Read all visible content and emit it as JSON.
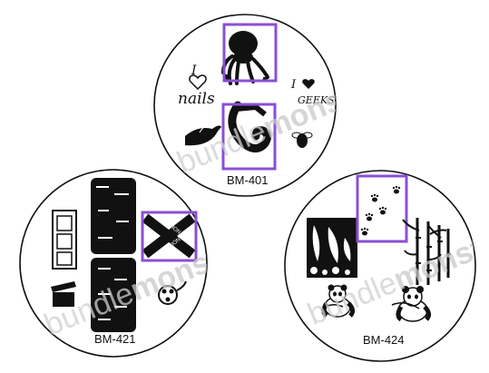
{
  "watermark": {
    "light": "bundle",
    "bold": "monster"
  },
  "plates": [
    {
      "label": "BM-401",
      "designs": {
        "i_love_nails": {
          "i": "I",
          "word": "nails"
        },
        "i_love_geeks": {
          "i": "I",
          "word": "GEEKS"
        }
      }
    },
    {
      "label": "BM-421",
      "designs": {
        "caution_tape": {
          "text": "CAUTION"
        }
      }
    },
    {
      "label": "BM-424"
    }
  ],
  "colors": {
    "highlight": "#8a4fd4",
    "ink": "#111111",
    "watermark": "#cccccc"
  }
}
